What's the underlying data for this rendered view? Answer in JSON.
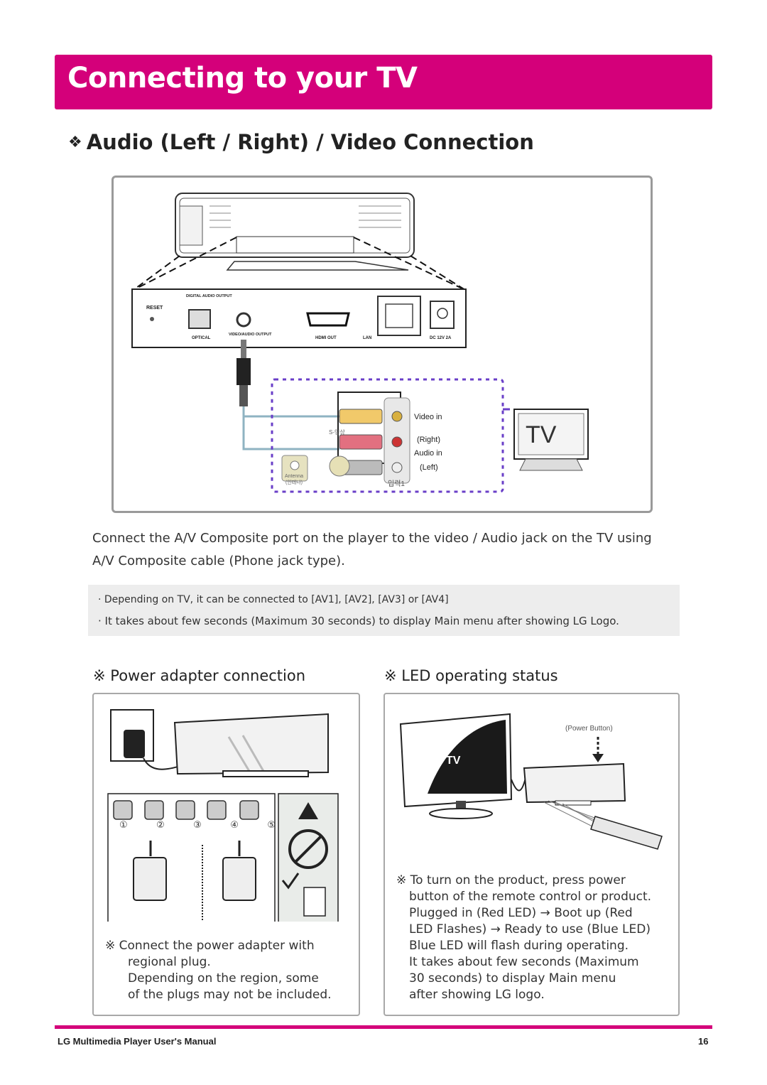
{
  "page_title": "Connecting to your TV",
  "section": {
    "bullet": "❖",
    "title": "Audio (Left / Right) / Video Connection"
  },
  "diagram": {
    "panel_labels": {
      "reset": "RESET",
      "digital_audio_output": "DIGITAL AUDIO OUTPUT",
      "optical": "OPTICAL",
      "video_audio_output": "VIDEO/AUDIO OUTPUT",
      "hdmi_out": "HDMI OUT",
      "lan": "LAN",
      "dc": "DC 12V 2A"
    },
    "tv_jack_labels": {
      "video_in": "Video in",
      "right": "(Right)",
      "audio_in": "Audio in",
      "left": "(Left)",
      "s_video": "S-영상",
      "antenna": "Antenna",
      "antenna_kr": "(안테나)",
      "input1": "입력1"
    },
    "tv_label": "TV"
  },
  "body_text": "Connect the A/V Composite port on the player to the video / Audio jack on the TV using A/V Composite cable (Phone jack type).",
  "notes": [
    "· Depending on TV, it can be connected to [AV1],  [AV2], [AV3] or [AV4]",
    "· It takes about few seconds (Maximum 30 seconds) to display Main menu after showing LG Logo."
  ],
  "power_section": {
    "mark": "※",
    "title": "Power adapter connection",
    "plug_numbers": [
      "①",
      "②",
      "③",
      "④",
      "⑤"
    ],
    "text_lines": [
      "※ Connect the power adapter with",
      "regional plug.",
      "Depending on the region, some",
      "of the plugs may not be included."
    ]
  },
  "led_section": {
    "mark": "※",
    "title": "LED operating status",
    "power_button_label": "(Power Button)",
    "tv_label": "TV",
    "text_lines": [
      "※ To turn on the product, press power",
      "button of the remote control or product.",
      "Plugged in (Red LED) → Boot up (Red",
      "LED Flashes) → Ready to use (Blue LED)",
      "Blue LED will flash during operating.",
      "It takes about few seconds (Maximum",
      "30 seconds) to display Main menu",
      "after showing LG logo."
    ]
  },
  "footer": {
    "manual_title": "LG Multimedia Player User's Manual",
    "page_number": "16"
  },
  "colors": {
    "brand": "#d4007a",
    "dashed": "#6a3fc8",
    "note_bg": "#ededed"
  }
}
